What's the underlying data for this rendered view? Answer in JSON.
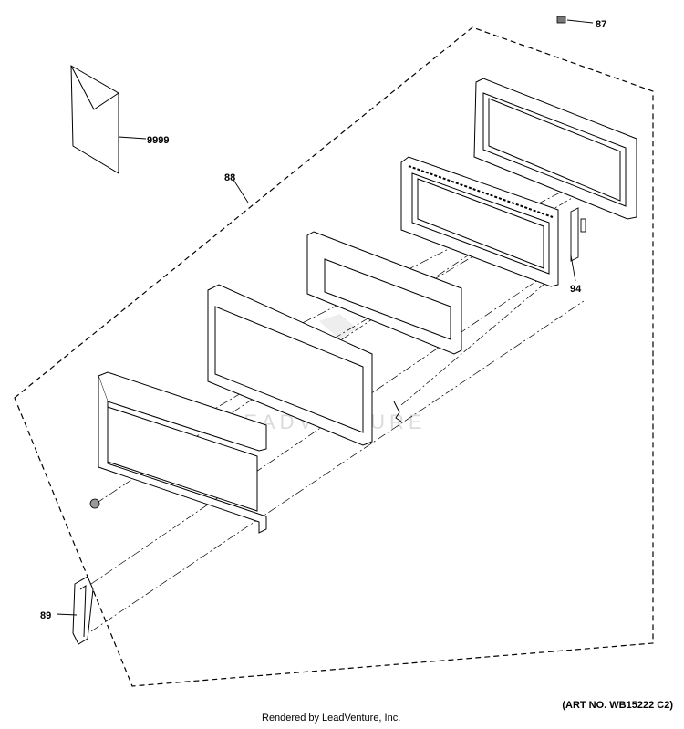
{
  "callouts": {
    "c87": "87",
    "c9999": "9999",
    "c88": "88",
    "c94": "94",
    "c89": "89"
  },
  "watermark": "LEADVENTURE",
  "footer": {
    "rendered_by": "Rendered by LeadVenture, Inc.",
    "art_no": "(ART NO. WB15222 C2)"
  }
}
